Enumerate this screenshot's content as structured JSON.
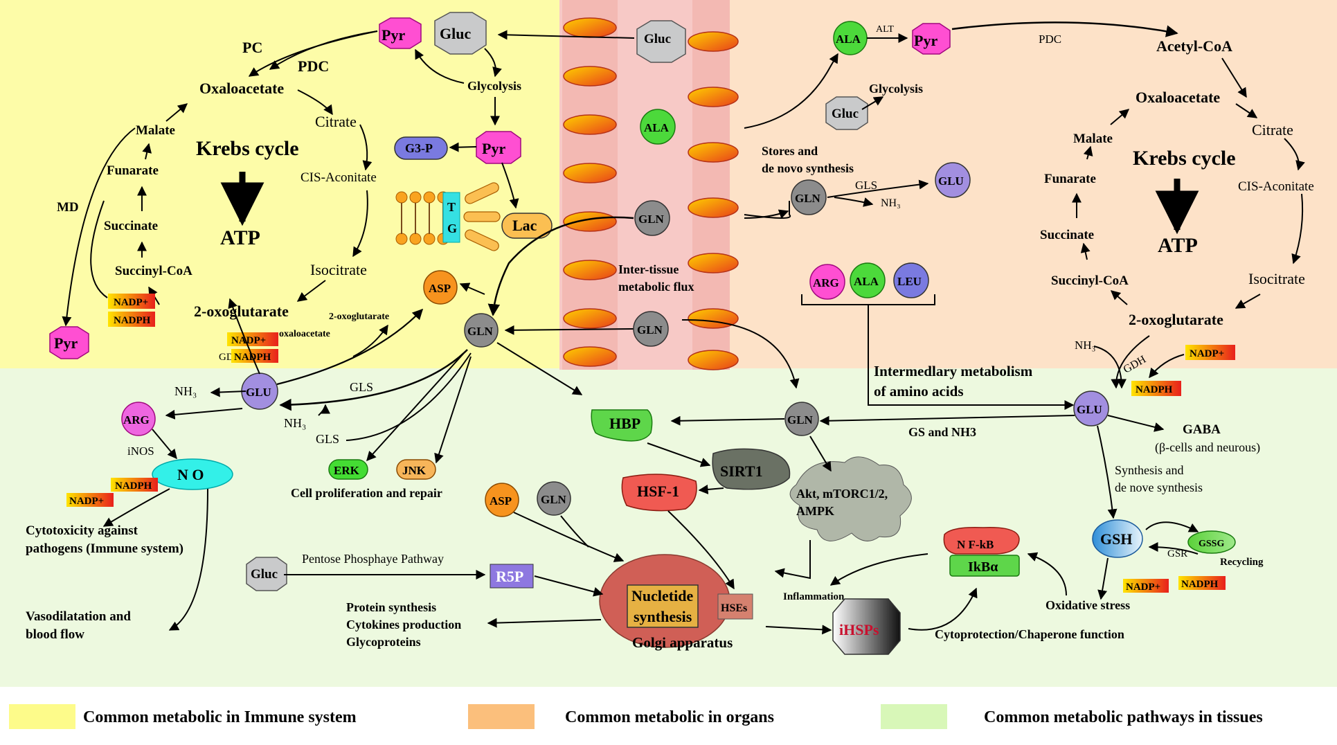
{
  "regions": {
    "immune_color": "#fdfca8",
    "organs_color": "#fde2c8",
    "tissues_color": "#edf9df",
    "vessel_color": "#f7c9c6"
  },
  "legend": {
    "immune": {
      "label": "Common metabolic in Immune system",
      "color": "#fdfb8a"
    },
    "organs": {
      "label": "Common metabolic in organs",
      "color": "#fbbf7c"
    },
    "tissues": {
      "label": "Common metabolic pathways in tissues",
      "color": "#d8f7b8"
    }
  },
  "left_cycle": {
    "pc": "PC",
    "pdc": "PDC",
    "oxaloacetate": "Oxaloacetate",
    "citrate": "Citrate",
    "cis_aconitate": "CIS-Aconitate",
    "isocitrate": "Isocitrate",
    "oxoglutarate": "2-oxoglutarate",
    "succinyl_coa": "Succinyl-CoA",
    "succinate": "Succinate",
    "funarate": "Funarate",
    "malate": "Malate",
    "md": "MD",
    "title": "Krebs cycle",
    "atp": "ATP",
    "nadp_plus": "NADP+",
    "nadph": "NADPH",
    "gdh": "GDH",
    "oxoglutarate_small": "2-oxoglutarate",
    "oxaloacetate_small": "oxaloacetate"
  },
  "left_nodes": {
    "pyr_top": "Pyr",
    "gluc": "Gluc",
    "glycolysis": "Glycolysis",
    "g3p": "G3-P",
    "pyr_mid": "Pyr",
    "lac": "Lac",
    "tg_t": "T",
    "tg_g": "G",
    "asp": "ASP",
    "gln": "GLN",
    "glu": "GLU",
    "pyr_bottom": "Pyr",
    "nh3": "NH₃",
    "nh3_b": "NH₃",
    "gls_top": "GLS",
    "gls_bottom": "GLS"
  },
  "vessel": {
    "gluc": "Gluc",
    "ala": "ALA",
    "gln_top": "GLN",
    "gln_bottom": "GLN",
    "flux_line1": "Inter-tissue",
    "flux_line2": "metabolic flux"
  },
  "right_top": {
    "ala": "ALA",
    "alt": "ALT",
    "pyr": "Pyr",
    "pdc": "PDC",
    "acetyl_coa": "Acetyl-CoA",
    "glycolysis": "Glycolysis",
    "gluc": "Gluc",
    "stores_line1": "Stores and",
    "stores_line2": "de novo synthesis",
    "gln": "GLN",
    "gls": "GLS",
    "nh3": "NH₃",
    "glu": "GLU",
    "arg": "ARG",
    "ala2": "ALA",
    "leu": "LEU",
    "intermed_line1": "Intermedlary metabolism",
    "intermed_line2": "of amino acids"
  },
  "right_cycle": {
    "oxaloacetate": "Oxaloacetate",
    "citrate": "Citrate",
    "cis_aconitate": "CIS-Aconitate",
    "isocitrate": "Isocitrate",
    "oxoglutarate": "2-oxoglutarate",
    "succinyl_coa": "Succinyl-CoA",
    "succinate": "Succinate",
    "funarate": "Funarate",
    "malate": "Malate",
    "title": "Krebs cycle",
    "atp": "ATP",
    "nh3": "NH₃",
    "gdh": "GDH",
    "nadp_plus": "NADP+",
    "nadph": "NADPH"
  },
  "tissue": {
    "arg": "ARG",
    "inos": "iNOS",
    "no": "N O",
    "nadph": "NADPH",
    "nadp_plus": "NADP+",
    "cyto_line1": "Cytotoxicity against",
    "cyto_line2": "pathogens (Immune system)",
    "vaso_line1": "Vasodilatation and",
    "vaso_line2": "blood flow",
    "erk": "ERK",
    "jnk": "JNK",
    "cell_prolif": "Cell proliferation and repair",
    "hbp": "HBP",
    "sirt1": "SIRT1",
    "hsf1": "HSF-1",
    "gln": "GLN",
    "akt_line1": "Akt, mTORC1/2,",
    "akt_line2": "AMPK",
    "gs_nh3": "GS and  NH3",
    "glu": "GLU",
    "gaba": "GABA",
    "gaba_sub": "(β-cells and neurous)",
    "synth_line1": "Synthesis and",
    "synth_line2": "de nove synthesis",
    "gsh": "GSH",
    "gssg": "GSSG",
    "gsr": "GSR",
    "recycling": "Recycling",
    "nadph2": "NADPH",
    "oxidative": "Oxidative stress",
    "nfkb": "N F-kB",
    "ikba": "IkBα",
    "inflammation": "Inflammation",
    "ihsps": "iHSPs",
    "cytoprotection": "Cytoprotection/Chaperone function",
    "asp": "ASP",
    "gln2": "GLN",
    "gluc": "Gluc",
    "ppp": "Pentose Phosphaye Pathway",
    "r5p": "R5P",
    "nuc_line1": "Nucletide",
    "nuc_line2": "synthesis",
    "hses": "HSEs",
    "golgi": "Golgi apparatus",
    "prot_line1": "Protein synthesis",
    "prot_line2": "Cytokines production",
    "prot_line3": "Glycoproteins"
  }
}
